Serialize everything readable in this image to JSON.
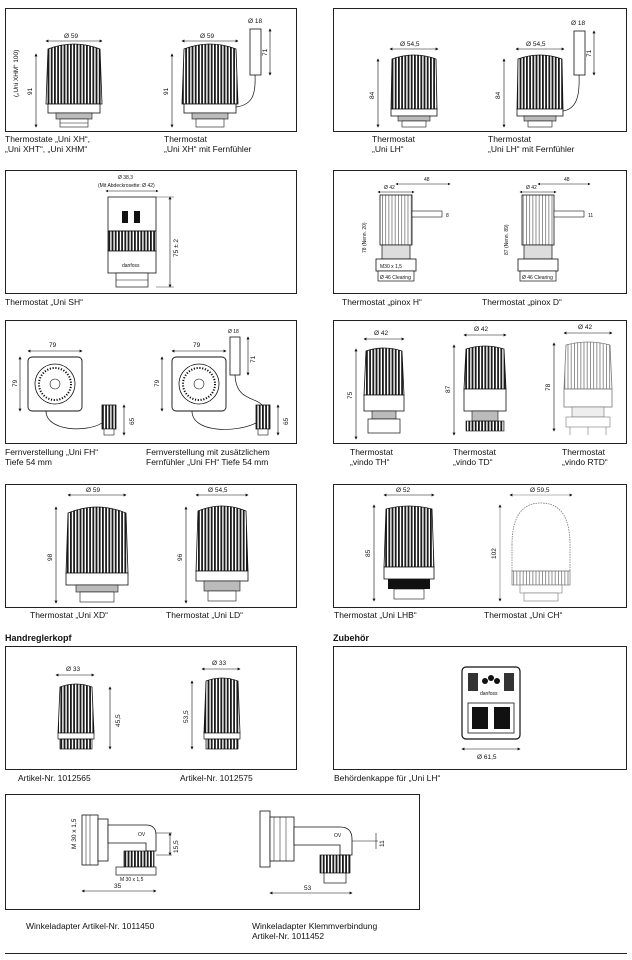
{
  "sections": {
    "handregler": "Handreglerkopf",
    "zubehoer": "Zubehör"
  },
  "captions": {
    "uni_xh": [
      "Thermostate „Uni XH“,",
      "„Uni XHT“, „Uni XHM“"
    ],
    "uni_xh_ff": [
      "Thermostat",
      "„Uni XH“ mit Fernfühler"
    ],
    "uni_lh": [
      "Thermostat",
      "„Uni LH“"
    ],
    "uni_lh_ff": [
      "Thermostat",
      "„Uni LH“ mit Fernfühler"
    ],
    "uni_sh": "Thermostat „Uni SH“",
    "pinox_h": "Thermostat „pinox H“",
    "pinox_d": "Thermostat „pinox D“",
    "uni_fh": [
      "Fernverstellung „Uni FH“",
      "Tiefe 54 mm"
    ],
    "uni_fh_ff": [
      "Fernverstellung mit zusätzlichem",
      "Fernfühler „Uni FH“ Tiefe 54 mm"
    ],
    "vindo_th": [
      "Thermostat",
      "„vindo TH“"
    ],
    "vindo_td": [
      "Thermostat",
      "„vindo TD“"
    ],
    "vindo_rtd": [
      "Thermostat",
      "„vindo RTD“"
    ],
    "uni_xd": "Thermostat „Uni XD“",
    "uni_ld": "Thermostat „Uni LD“",
    "uni_lhb": "Thermostat „Uni LHB“",
    "uni_ch": "Thermostat „Uni CH“",
    "art_1012565": "Artikel-Nr. 1012565",
    "art_1012575": "Artikel-Nr. 1012575",
    "behoerde": "Behördenkappe für „Uni LH“",
    "winkel1": "Winkeladapter Artikel-Nr. 1011450",
    "winkel2": [
      "Winkeladapter Klemmverbindung",
      "Artikel-Nr. 1011452"
    ]
  },
  "dims": {
    "d59": "Ø 59",
    "d545": "Ø 54,5",
    "d18": "Ø 18",
    "d383": "Ø 38,3",
    "abdeck": "(Mit Abdeckrosette: Ø 42)",
    "d42": "Ø 42",
    "d52": "Ø 52",
    "d595": "Ø 59,5",
    "d33": "Ø 33",
    "d615": "Ø 61,5",
    "d91": "91",
    "d100": "(„Uni XHM“ 100)",
    "d71": "71",
    "d84": "84",
    "d75s": "75 ± 2",
    "d48": "48",
    "d8": "8",
    "d11": "11",
    "d79": "79",
    "d65": "65",
    "d75": "75",
    "d87": "87",
    "d78": "78",
    "d98": "98",
    "d96": "96",
    "d85": "85",
    "d102": "102",
    "d455": "45,5",
    "d535": "53,5",
    "m30": "M 30 x 1,5",
    "d155": "15,5",
    "d35": "35",
    "d53": "53",
    "ov": "OV",
    "pin_h": "78 (Nenn. 20)",
    "pin_d": "87 (Nenn. 89)",
    "m30s": "M30 x 1,5",
    "clearing": "Ø 46 Clearing"
  }
}
